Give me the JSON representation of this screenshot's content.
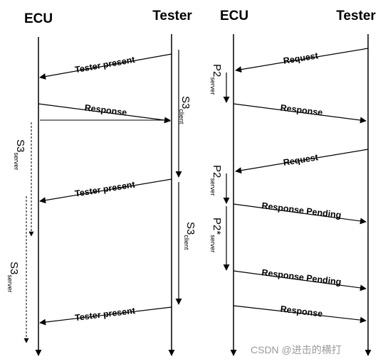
{
  "left": {
    "ecu": "ECU",
    "tester": "Tester",
    "messages": [
      "Tester present",
      "Response",
      "Tester present",
      "Tester present"
    ],
    "timers": {
      "s3server_1": {
        "main": "S3",
        "sub": "server"
      },
      "s3server_2": {
        "main": "S3",
        "sub": "server"
      },
      "s3client_1": {
        "main": "S3",
        "sub": "client"
      },
      "s3client_2": {
        "main": "S3",
        "sub": "client"
      }
    }
  },
  "right": {
    "ecu": "ECU",
    "tester": "Tester",
    "messages": [
      "Request",
      "Response",
      "Request",
      "Response Pending",
      "Response Pending",
      "Response"
    ],
    "timers": {
      "p2server_1": {
        "main": "P2",
        "sub": "server"
      },
      "p2server_2": {
        "main": "P2",
        "sub": "server"
      },
      "p2star_server": {
        "main": "P2*",
        "sub": "server"
      }
    }
  },
  "watermark": "CSDN @进击的横打"
}
